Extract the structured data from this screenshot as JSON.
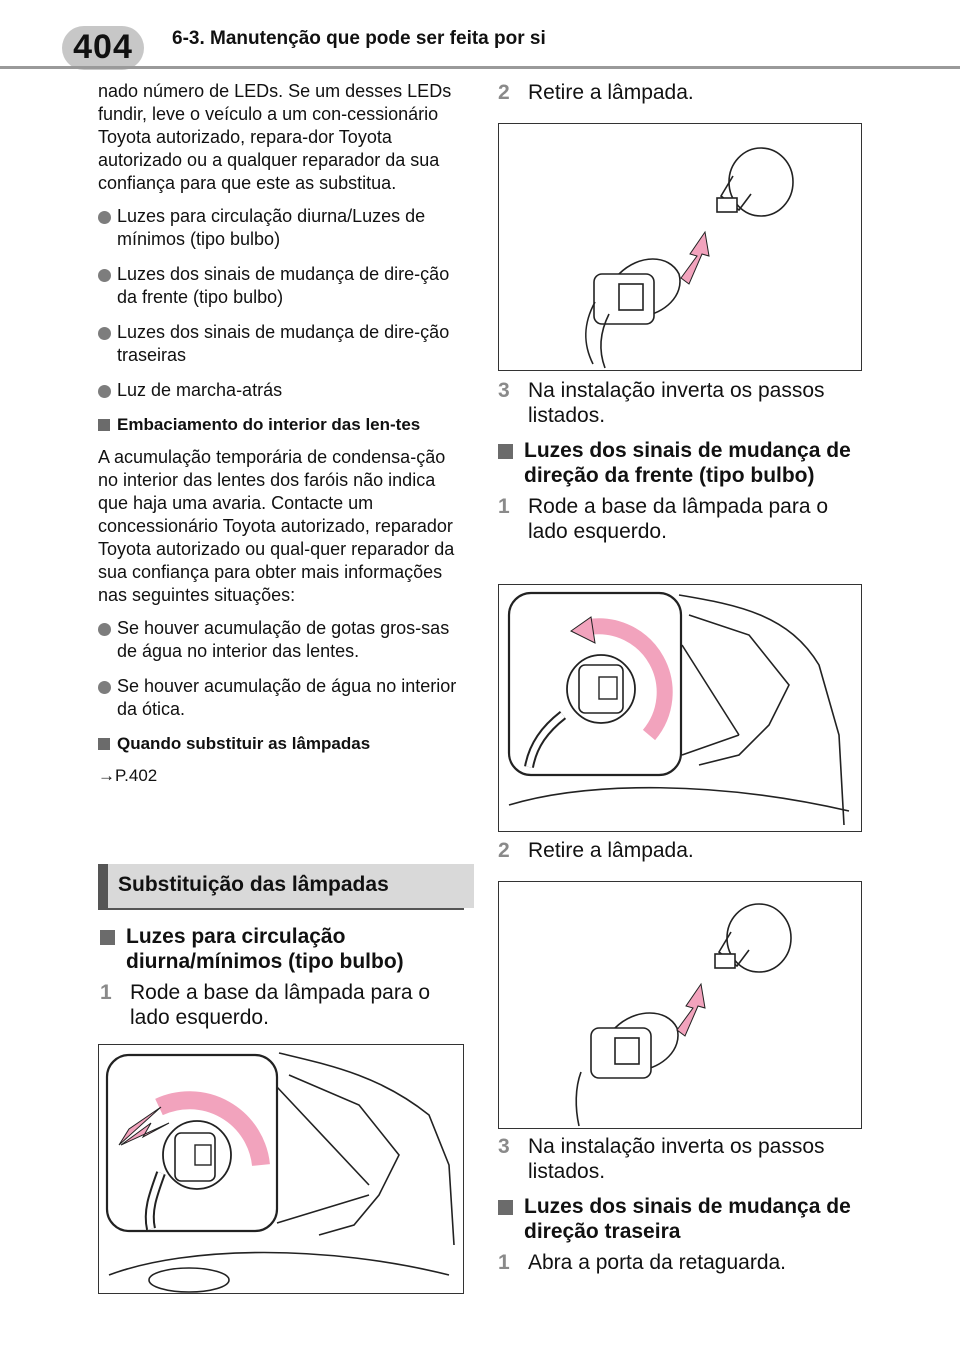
{
  "header": {
    "page_number": "404",
    "chapter": "6-3. Manutenção que pode ser feita por si"
  },
  "left": {
    "intro": "nado número de LEDs. Se um desses LEDs fundir, leve o veículo a um con-cessionário Toyota autorizado, repara-dor Toyota autorizado ou a qualquer reparador da sua confiança para que este as substitua.",
    "bullets1": [
      "Luzes para circulação diurna/Luzes de mínimos (tipo bulbo)",
      "Luzes dos sinais de mudança de dire-ção da frente (tipo bulbo)",
      "Luzes dos sinais de mudança de dire-ção traseiras",
      "Luz de marcha-atrás"
    ],
    "fog_heading": "Embaciamento do interior das len-tes",
    "fog_text": "A acumulação temporária de condensa-ção no interior das lentes dos faróis não indica que haja uma avaria. Contacte um concessionário Toyota autorizado, reparador Toyota autorizado ou qual-quer reparador da sua confiança para obter mais informações nas seguintes situações:",
    "bullets2": [
      "Se houver acumulação de gotas gros-sas de água no interior das lentes.",
      "Se houver acumulação de água no interior da ótica."
    ],
    "replace_heading": "Quando substituir as lâmpadas",
    "replace_ref": "→P.402",
    "section_title": "Substituição das lâmpadas",
    "drl_heading": "Luzes para circulação diurna/mínimos (tipo bulbo)",
    "drl_step1_num": "1",
    "drl_step1": "Rode a base da lâmpada para o lado esquerdo."
  },
  "right": {
    "s2_num": "2",
    "s2": "Retire a lâmpada.",
    "s3_num": "3",
    "s3": "Na instalação inverta os passos listados.",
    "front_heading": "Luzes dos sinais de mudança de direção da frente (tipo bulbo)",
    "f1_num": "1",
    "f1": "Rode a base da lâmpada para o lado esquerdo.",
    "f2_num": "2",
    "f2": "Retire a lâmpada.",
    "f3_num": "3",
    "f3": "Na instalação inverta os passos listados.",
    "rear_heading": "Luzes dos sinais de mudança de direção traseira",
    "r1_num": "1",
    "r1": "Abra a porta da retaguarda."
  },
  "colors": {
    "arrow_pink": "#f2a3bd",
    "header_gray": "#c7c7c7",
    "bar_gray": "#d9d9d9"
  }
}
